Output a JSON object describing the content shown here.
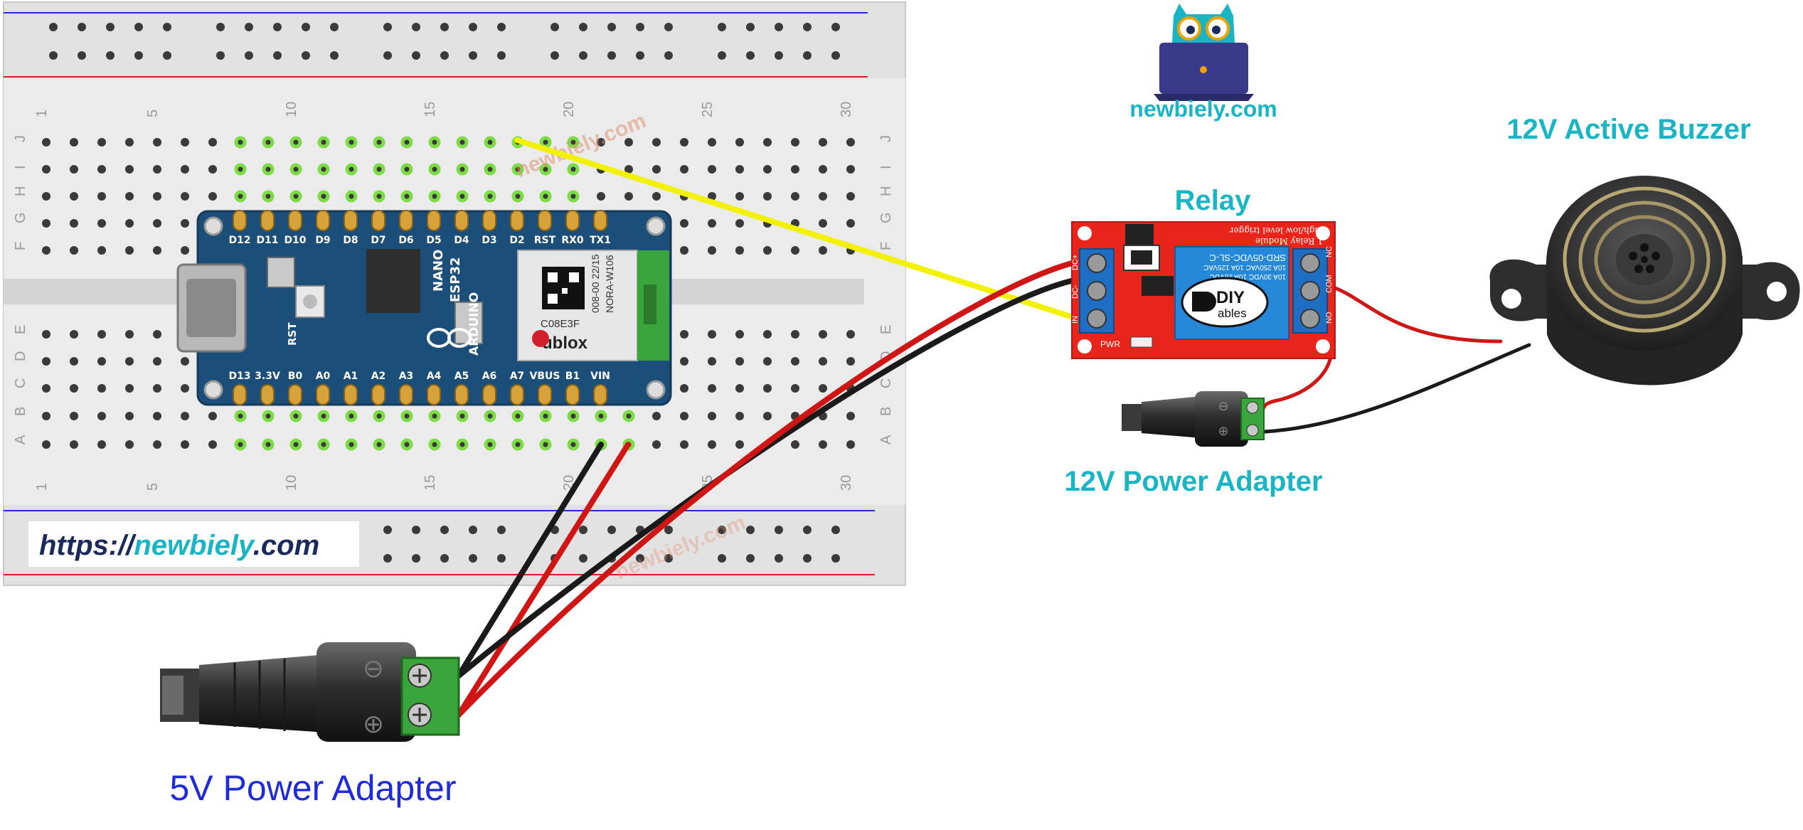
{
  "labels": {
    "relay": "Relay",
    "buzzer": "12V Active Buzzer",
    "power_12v": "12V Power Adapter",
    "power_5v": "5V Power Adapter",
    "site_logo": "newbiely.com",
    "url_prefix": "https://",
    "url_name": "newbiely",
    "url_suffix": ".com",
    "watermark": "newbiely.com"
  },
  "board": {
    "top_pins": [
      "D12",
      "D11",
      "D10",
      "D9",
      "D8",
      "D7",
      "D6",
      "D5",
      "D4",
      "D3",
      "D2",
      "RST",
      "RX0",
      "TX1"
    ],
    "bottom_pins": [
      "D13",
      "3.3V",
      "B0",
      "A0",
      "A1",
      "A2",
      "A3",
      "A4",
      "A5",
      "A6",
      "A7",
      "VBUS",
      "B1",
      "VIN"
    ],
    "side_text": "NANO",
    "chip_label": "ESP32",
    "brand": "ARDUINO",
    "rst_label": "RST",
    "module_code_1": "C08E3F",
    "module_code_2": "008-00 22/15",
    "module_code_3": "NORA-W106",
    "module_brand": "ublox"
  },
  "breadboard": {
    "column_numbers": [
      "1",
      "5",
      "10",
      "15",
      "20",
      "25",
      "30"
    ],
    "top_rows": [
      "J",
      "I",
      "H",
      "G",
      "F"
    ],
    "bottom_rows": [
      "E",
      "D",
      "C",
      "B",
      "A"
    ]
  },
  "relay_module": {
    "title": "1 Relay Module",
    "subtitle": "high/low level trigger",
    "logo_top": "DIY",
    "logo_bottom": "ables",
    "spec_1": "SRD-05VDC-SL-C",
    "spec_2": "10A 250VAC 10A 125VAC",
    "spec_3": "10A 30VDC 10A 28VDC",
    "pins": [
      "DC+",
      "DC-",
      "IN"
    ],
    "terminals": [
      "NC",
      "COM",
      "NO"
    ],
    "pwr": "PWR"
  },
  "colors": {
    "title_teal": "#1ab5c4",
    "power5v_blue": "#1f2bd6",
    "wire_red": "#d01515",
    "wire_black": "#1a1a1a",
    "wire_yellow": "#f2f200",
    "board_blue": "#1b4f7a",
    "relay_red": "#e8241b",
    "terminal_green": "#3aa53a",
    "url_dark": "#1a2a5a"
  }
}
